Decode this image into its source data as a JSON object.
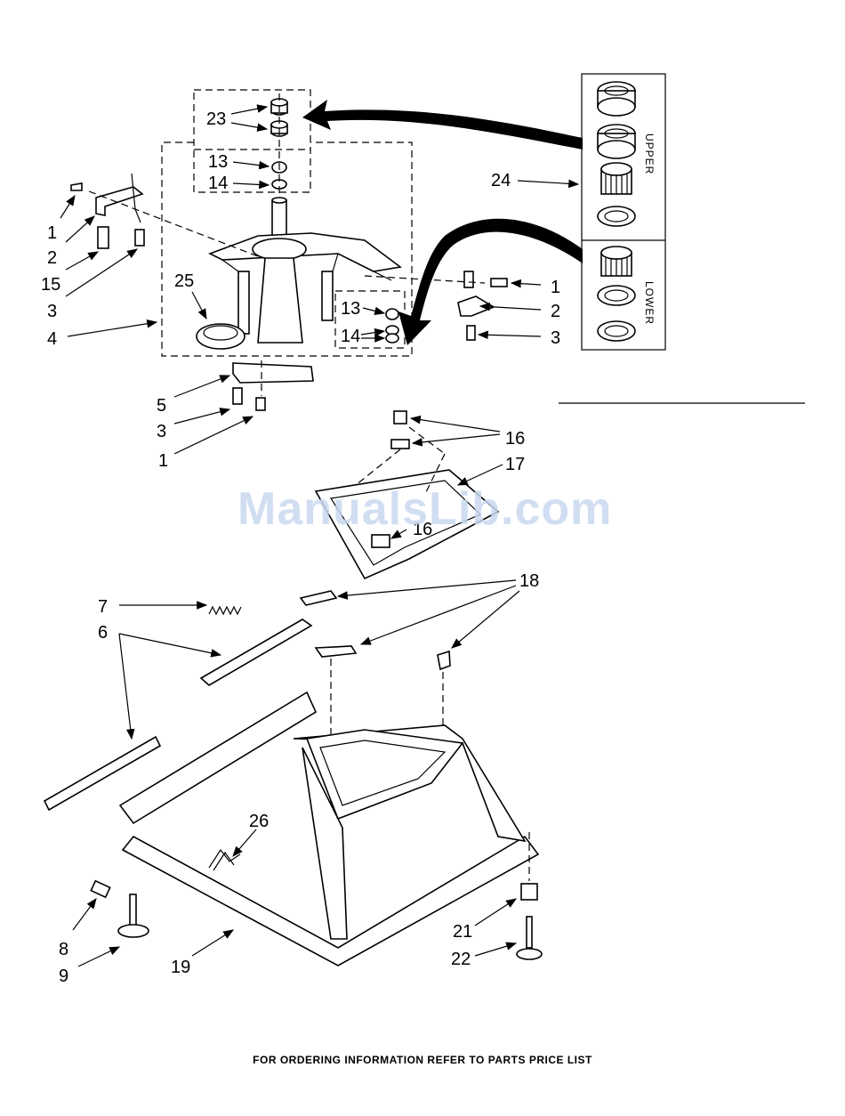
{
  "callouts": {
    "c23": "23",
    "c13a": "13",
    "c14a": "14",
    "c24": "24",
    "c1a": "1",
    "c2a": "2",
    "c15": "15",
    "c3a": "3",
    "c4": "4",
    "c25": "25",
    "c1b": "1",
    "c2b": "2",
    "c3b": "3",
    "c13b": "13",
    "c14b": "14",
    "c5": "5",
    "c3c": "3",
    "c1c": "1",
    "c16a": "16",
    "c17": "17",
    "c16b": "16",
    "c7": "7",
    "c6": "6",
    "c18": "18",
    "c26": "26",
    "c8": "8",
    "c9": "9",
    "c19": "19",
    "c21": "21",
    "c22": "22"
  },
  "bearing_kit_labels": {
    "upper": "UPPER",
    "lower": "LOWER"
  },
  "watermark": "ManualsLib.com",
  "footer": "FOR ORDERING INFORMATION REFER TO PARTS PRICE LIST"
}
